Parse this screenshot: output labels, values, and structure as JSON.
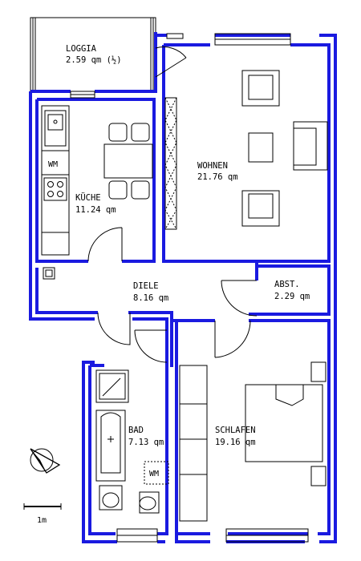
{
  "rooms": {
    "loggia": {
      "name": "LOGGIA",
      "area": "2.59 qm (½)"
    },
    "wohnen": {
      "name": "WOHNEN",
      "area": "21.76 qm"
    },
    "kueche": {
      "name": "KÜCHE",
      "area": "11.24 qm"
    },
    "diele": {
      "name": "DIELE",
      "area": "8.16 qm"
    },
    "abst": {
      "name": "ABST.",
      "area": "2.29 qm"
    },
    "bad": {
      "name": "BAD",
      "area": "7.13 qm"
    },
    "schlafen": {
      "name": "SCHLAFEN",
      "area": "19.16 qm"
    }
  },
  "fixtures": {
    "kitchen_wm": "WM",
    "bath_wm": "WM"
  },
  "scale_bar": {
    "label": "1m"
  },
  "colors": {
    "walls": "#1a1ae0",
    "fixtures": "#000000",
    "background": "#ffffff"
  }
}
